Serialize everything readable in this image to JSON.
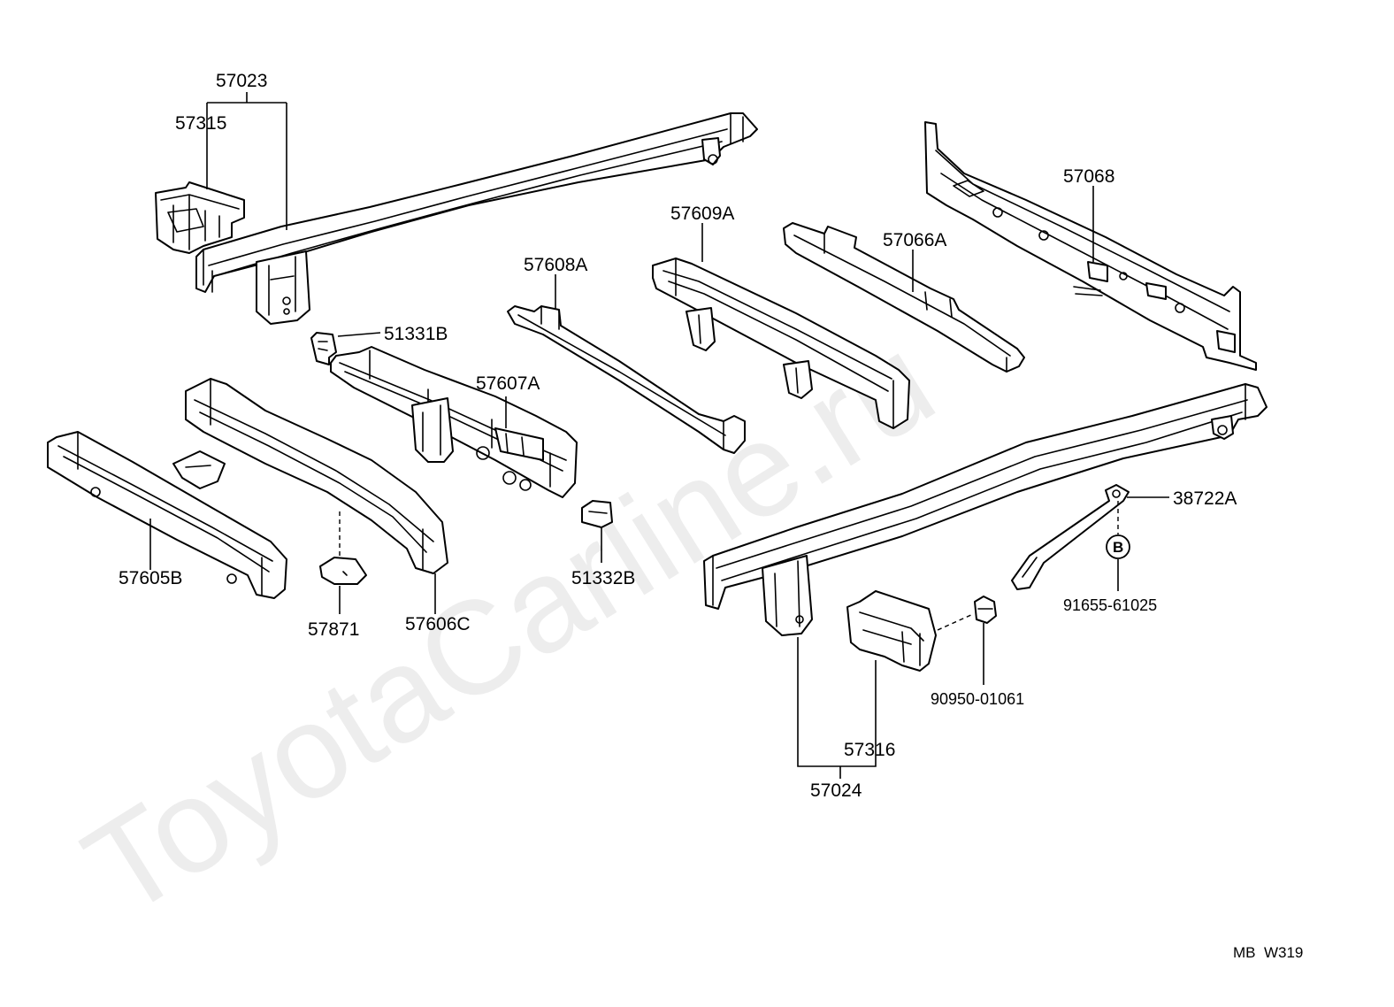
{
  "watermark": "ToyotaCarline.ru",
  "callout_symbol": "B",
  "drawing_code": "MB  W319",
  "labels": {
    "p57023": "57023",
    "p57315": "57315",
    "p51331b": "51331B",
    "p57607a": "57607A",
    "p57608a": "57608A",
    "p57609a": "57609A",
    "p57066a": "57066A",
    "p57068": "57068",
    "p57605b": "57605B",
    "p57606c": "57606C",
    "p57871": "57871",
    "p51332b": "51332B",
    "p38722a": "38722A",
    "p91655": "91655-61025",
    "p90950": "90950-01061",
    "p57316": "57316",
    "p57024": "57024"
  }
}
